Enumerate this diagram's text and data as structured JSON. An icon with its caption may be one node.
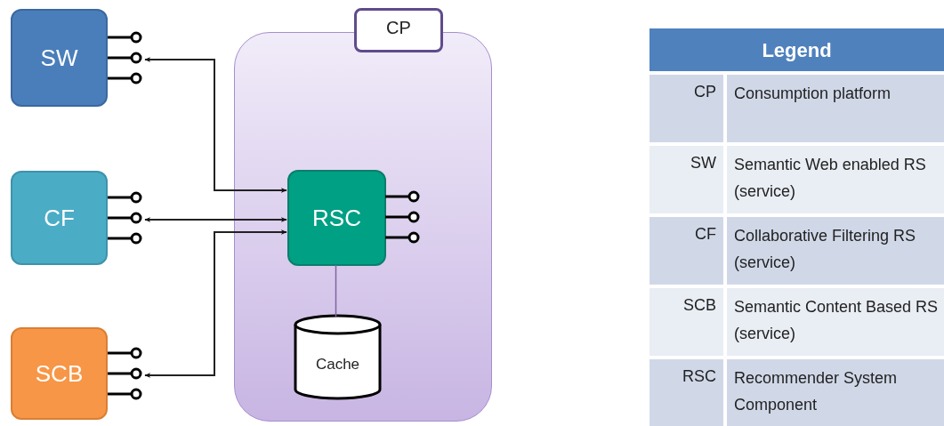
{
  "diagram": {
    "nodes": [
      {
        "text": [
          "SW"
        ]
      },
      {
        "text": [
          "CF"
        ]
      },
      {
        "text": [
          "SCB"
        ]
      },
      {
        "text": [
          "CP"
        ]
      },
      {
        "text": [
          "RSC"
        ],
        "in": 3
      },
      {
        "text": [
          "Cache"
        ],
        "in": 3
      }
    ],
    "edges": [
      {
        "from": 0,
        "to": 4,
        "arrow": "both"
      },
      {
        "from": 1,
        "to": 4,
        "arrow": "both"
      },
      {
        "from": 2,
        "to": 4,
        "arrow": "both"
      },
      {
        "from": 4,
        "to": 5,
        "arrow": "none",
        "color": "#8064a2"
      }
    ],
    "labels": [
      "Legend",
      "CP",
      "Consumption platform",
      "SW",
      "Semantic Web enabled RS (service)",
      "CF",
      "Collaborative Filtering RS (service)",
      "SCB",
      "Semantic Content Based RS (service)",
      "RSC",
      "Recommender System Component"
    ]
  }
}
